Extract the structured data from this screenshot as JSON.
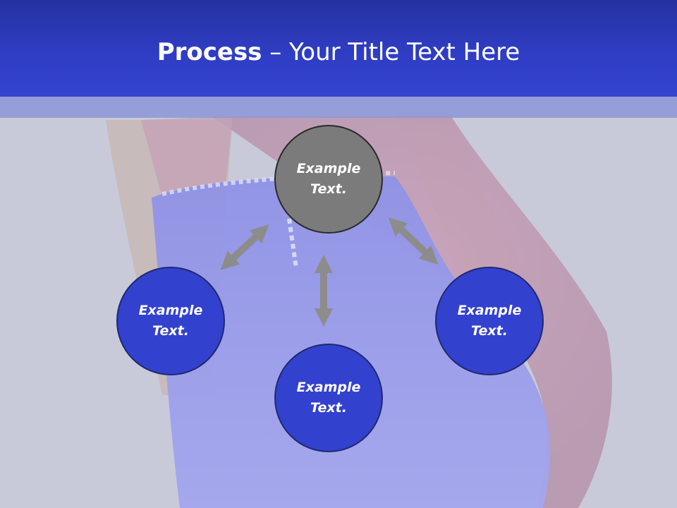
{
  "slide": {
    "title_bold": "Process",
    "title_rest": " – Your Title Text Here"
  },
  "nodes": [
    {
      "id": "top",
      "label": "Example Text.",
      "color": "#7b7b7b"
    },
    {
      "id": "left",
      "label": "Example Text.",
      "color": "#3341cf"
    },
    {
      "id": "bottom",
      "label": "Example Text.",
      "color": "#3341cf"
    },
    {
      "id": "right",
      "label": "Example Text.",
      "color": "#3341cf"
    }
  ],
  "colors": {
    "title_bar": "#2f3dc4",
    "arrow": "#8c8c8c",
    "node_blue": "#3341cf",
    "node_gray": "#7b7b7b"
  }
}
